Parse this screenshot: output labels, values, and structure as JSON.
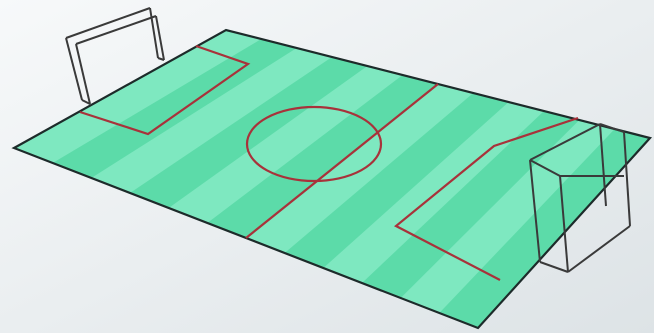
{
  "scene": {
    "subject": "soccer-field-illustration",
    "colors": {
      "paper": "#f7f9fa",
      "paper_shadow": "#dde3e6",
      "grass_light": "#7ee8c0",
      "grass_dark": "#3fcf95",
      "grass_edge": "#26b07a",
      "outline": "#1d2b2a",
      "pitch_lines": "#a8323a",
      "goal_frame": "#3a3a3a"
    },
    "elements": {
      "stripe_count": 12,
      "goals": 2,
      "penalty_boxes": 2,
      "center_circle": 1
    }
  }
}
